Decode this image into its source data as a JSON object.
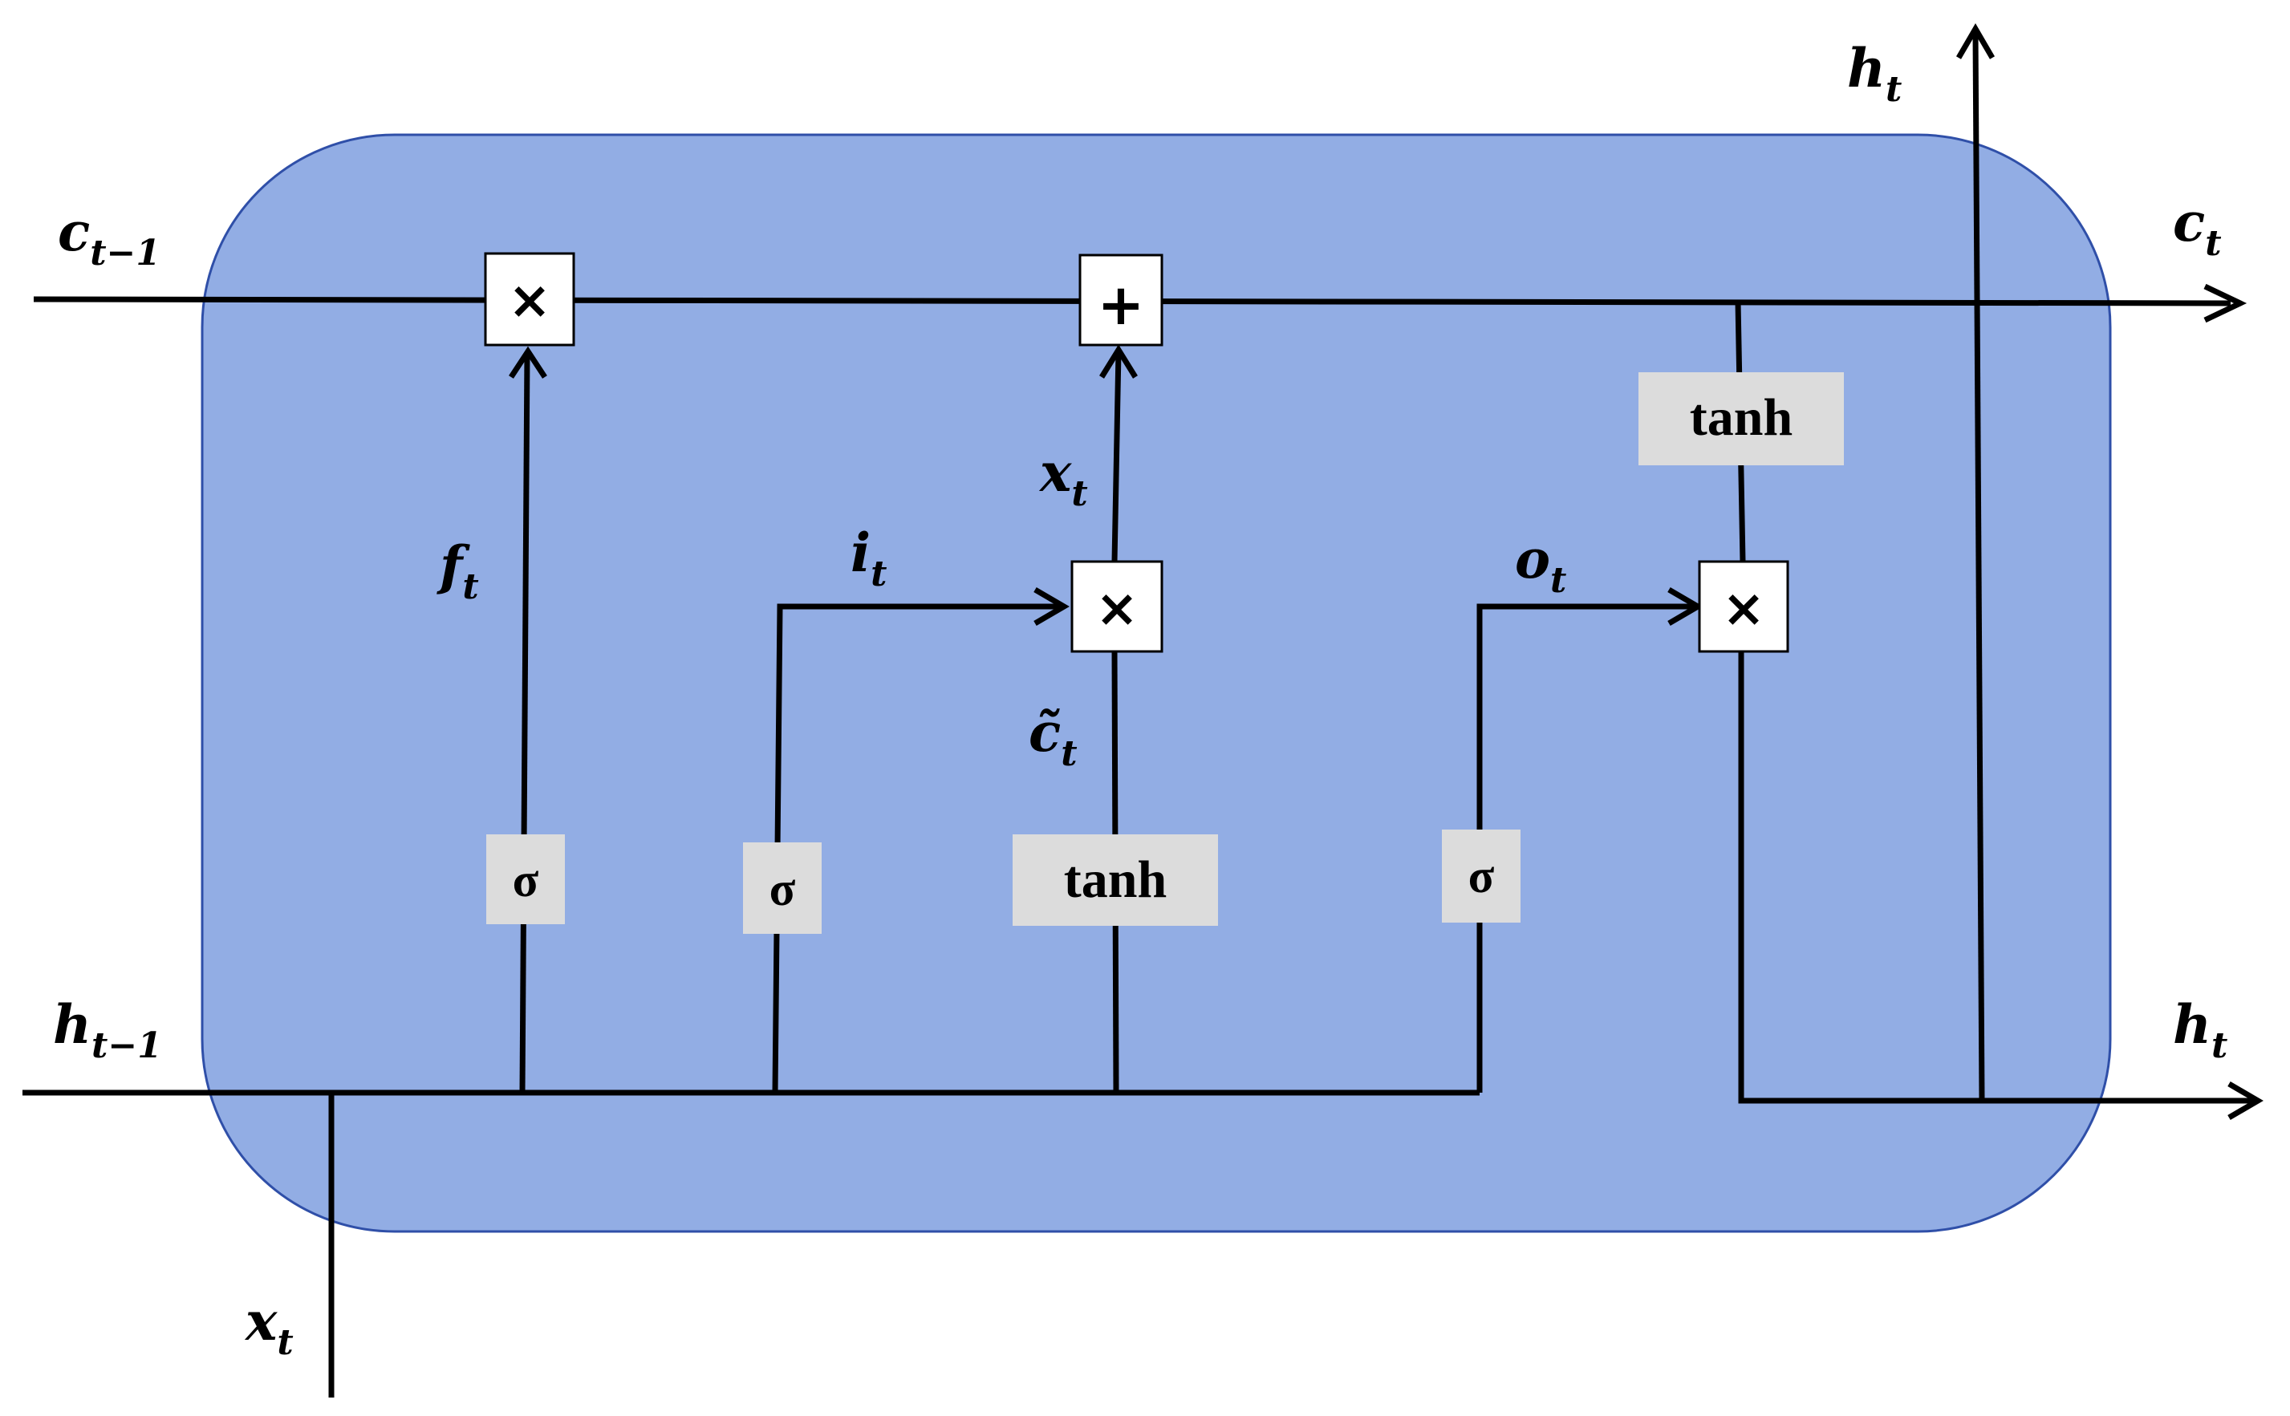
{
  "colors": {
    "cell_fill": "#92ade4",
    "cell_stroke": "#2f4fa8",
    "gate_fill": "#dcdcdc",
    "op_fill": "#ffffff",
    "line": "#000000"
  },
  "labels": {
    "c_prev": {
      "base": "c",
      "sub": "t−1"
    },
    "c_out": {
      "base": "c",
      "sub": "t"
    },
    "h_prev": {
      "base": "h",
      "sub": "t−1"
    },
    "h_out_right": {
      "base": "h",
      "sub": "t"
    },
    "h_out_top": {
      "base": "h",
      "sub": "t"
    },
    "x_in": {
      "base": "x",
      "sub": "t"
    },
    "f_gate": {
      "base": "f",
      "sub": "t"
    },
    "i_gate": {
      "base": "i",
      "sub": "t"
    },
    "x_add": {
      "base": "x",
      "sub": "t"
    },
    "c_tilde": {
      "base": "c̃",
      "sub": "t"
    },
    "o_gate": {
      "base": "o",
      "sub": "t"
    }
  },
  "gates": {
    "sigma_f": "σ",
    "sigma_i": "σ",
    "tanh_candidate": "tanh",
    "sigma_o": "σ",
    "tanh_cell": "tanh"
  },
  "ops": {
    "forget_multiply": "×",
    "cell_add": "+",
    "input_multiply": "×",
    "output_multiply": "×"
  }
}
